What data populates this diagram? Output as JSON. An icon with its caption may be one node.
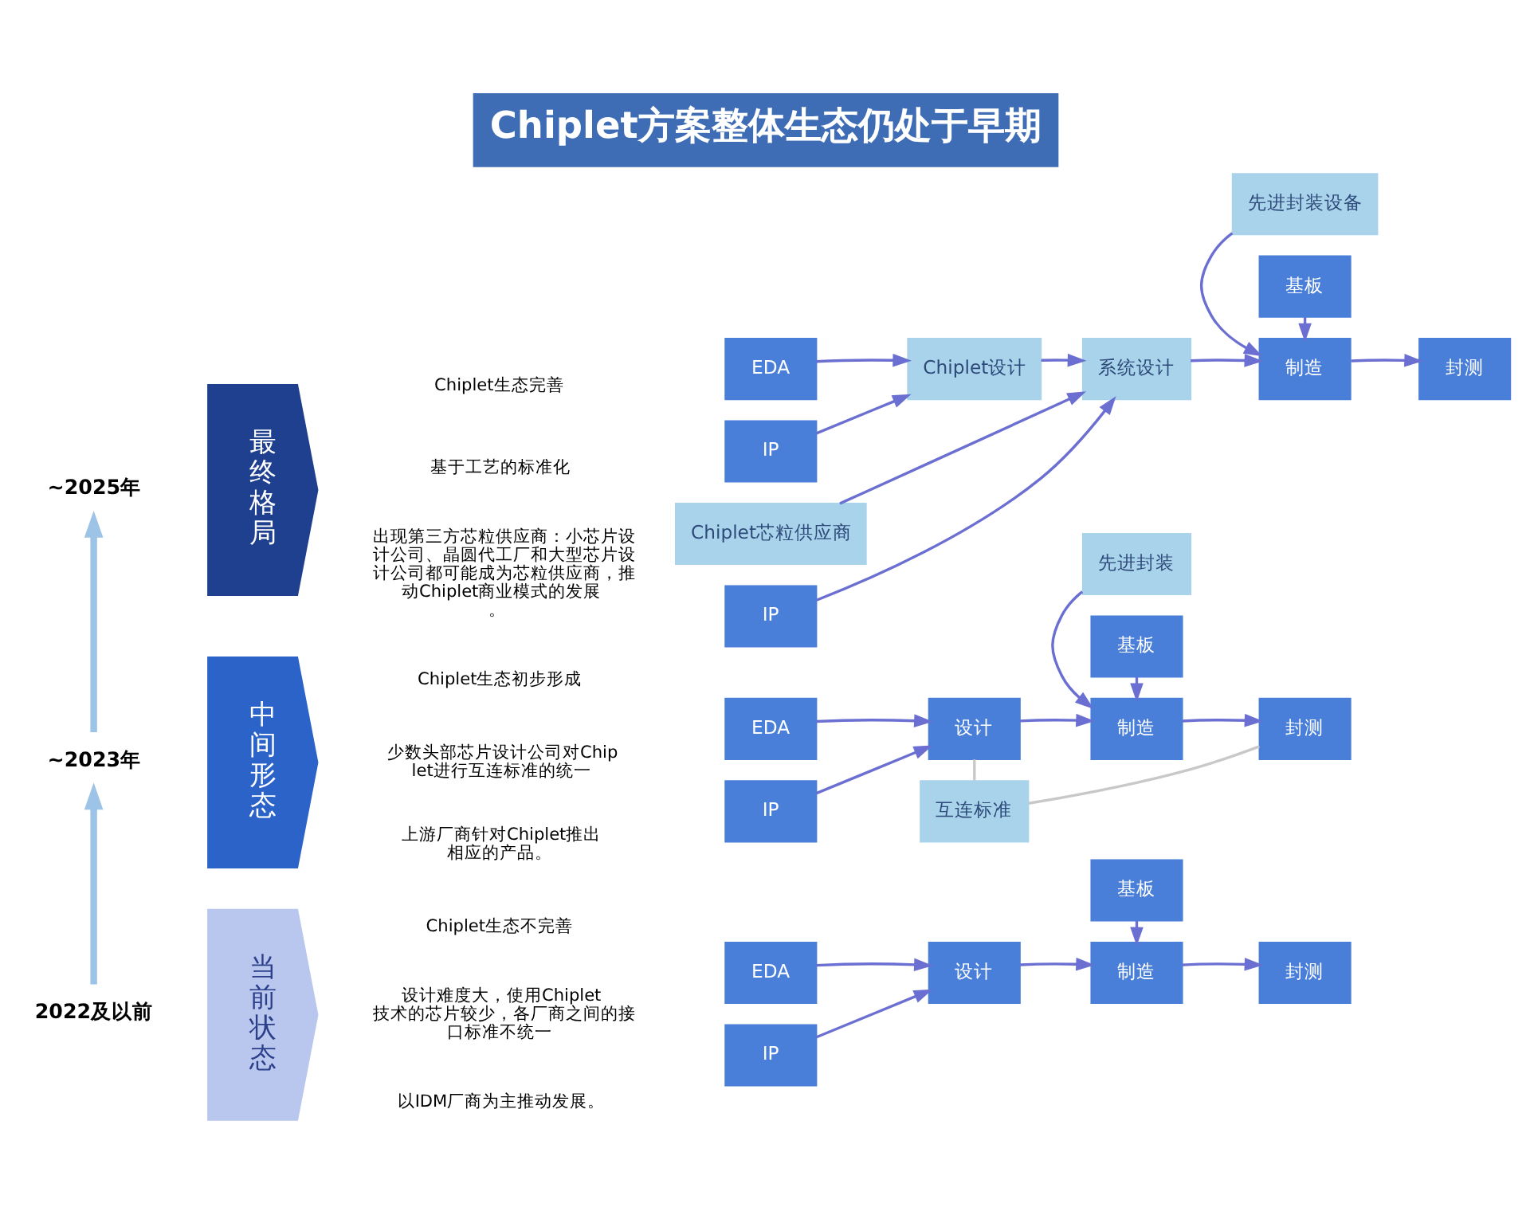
{
  "diagram": {
    "title": "Chiplet方案整体生态仍处于早期",
    "nodes": [
      {
        "text": [
          "~2025年"
        ]
      },
      {
        "text": [
          "~2023年"
        ]
      },
      {
        "text": [
          "2022及以前"
        ]
      },
      {
        "text": [
          "最终格局"
        ]
      },
      {
        "text": [
          "中间形态"
        ]
      },
      {
        "text": [
          "当前状态"
        ]
      },
      {
        "text": [
          "EDA"
        ]
      },
      {
        "text": [
          "IP"
        ]
      },
      {
        "text": [
          "Chiplet设计"
        ]
      },
      {
        "text": [
          "Chiplet芯粒供应商"
        ]
      },
      {
        "text": [
          "IP"
        ]
      },
      {
        "text": [
          "系统设计"
        ]
      },
      {
        "text": [
          "制造"
        ]
      },
      {
        "text": [
          "封测"
        ]
      },
      {
        "text": [
          "基板"
        ]
      },
      {
        "text": [
          "先进封装设备"
        ]
      },
      {
        "text": [
          "互连标准"
        ]
      },
      {
        "text": [
          "EDA"
        ]
      },
      {
        "text": [
          "IP"
        ]
      },
      {
        "text": [
          "设计"
        ]
      },
      {
        "text": [
          "制造"
        ]
      },
      {
        "text": [
          "封测"
        ]
      },
      {
        "text": [
          "基板"
        ]
      },
      {
        "text": [
          "先进封装"
        ]
      },
      {
        "text": [
          "EDA"
        ]
      },
      {
        "text": [
          "IP"
        ]
      },
      {
        "text": [
          "设计"
        ]
      },
      {
        "text": [
          "制造"
        ]
      },
      {
        "text": [
          "封测"
        ]
      },
      {
        "text": [
          "基板"
        ]
      }
    ],
    "edges": [
      {
        "from": 2,
        "to": 1,
        "arrow": "to",
        "style": "thick",
        "color": "#9dc3e6"
      },
      {
        "from": 1,
        "to": 0,
        "arrow": "to",
        "style": "thick",
        "color": "#9dc3e6"
      },
      {
        "from": 6,
        "to": 8,
        "arrow": "to"
      },
      {
        "from": 7,
        "to": 8,
        "arrow": "to"
      },
      {
        "from": 8,
        "to": 11,
        "arrow": "to"
      },
      {
        "from": 9,
        "to": 11,
        "arrow": "to"
      },
      {
        "from": 10,
        "to": 11,
        "arrow": "to"
      },
      {
        "from": 11,
        "to": 12,
        "arrow": "to"
      },
      {
        "from": 12,
        "to": 13,
        "arrow": "to"
      },
      {
        "from": 14,
        "to": 12,
        "arrow": "to"
      },
      {
        "from": 15,
        "to": 12,
        "arrow": "to"
      },
      {
        "from": 19,
        "to": 16,
        "arrow": "none",
        "color": "#c8c8c8"
      },
      {
        "from": 16,
        "to": 21,
        "arrow": "none",
        "color": "#c8c8c8"
      },
      {
        "from": 17,
        "to": 19,
        "arrow": "to"
      },
      {
        "from": 18,
        "to": 19,
        "arrow": "to"
      },
      {
        "from": 19,
        "to": 20,
        "arrow": "to"
      },
      {
        "from": 20,
        "to": 21,
        "arrow": "to"
      },
      {
        "from": 22,
        "to": 20,
        "arrow": "to"
      },
      {
        "from": 23,
        "to": 20,
        "arrow": "to"
      },
      {
        "from": 24,
        "to": 26,
        "arrow": "to"
      },
      {
        "from": 25,
        "to": 26,
        "arrow": "to"
      },
      {
        "from": 26,
        "to": 27,
        "arrow": "to"
      },
      {
        "from": 27,
        "to": 28,
        "arrow": "to"
      },
      {
        "from": 29,
        "to": 27,
        "arrow": "to"
      }
    ],
    "labels": [
      "Chiplet生态完善",
      "基于工艺的标准化",
      "出现第三方芯粒供应商：小芯片设计公司、晶圆代工厂和大型芯片设计公司都可能成为芯粒供应商，推动Chiplet商业模式的发展。",
      "Chiplet生态初步形成",
      "少数头部芯片设计公司对Chiplet进行互连标准的统一",
      "上游厂商针对Chiplet推出相应的产品。",
      "Chiplet生态不完善",
      "设计难度大，使用Chiplet技术的芯片较少，各厂商之间的接口标准不统一",
      "以IDM厂商为主推动发展。"
    ]
  }
}
